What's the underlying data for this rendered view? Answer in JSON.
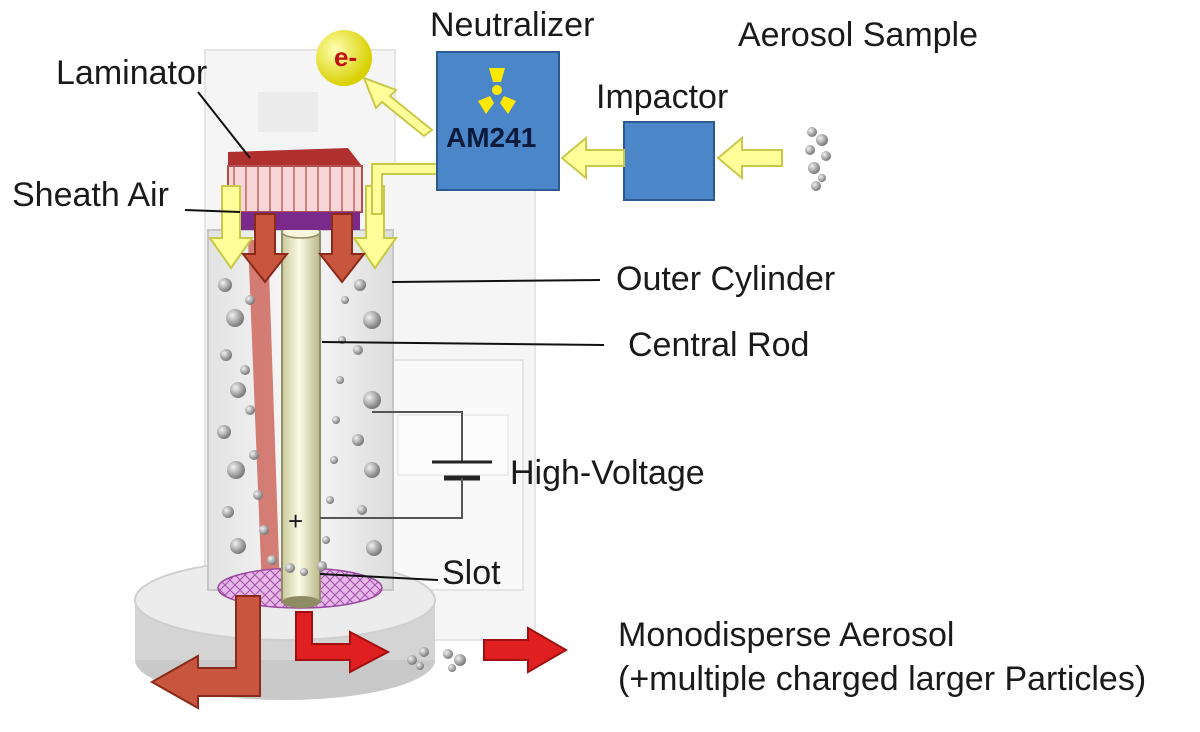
{
  "labels": {
    "neutralizer": "Neutralizer",
    "aerosol_sample": "Aerosol Sample",
    "laminator": "Laminator",
    "impactor": "Impactor",
    "am241": "AM241",
    "electron": "e-",
    "sheath_air": "Sheath Air",
    "outer_cylinder": "Outer Cylinder",
    "central_rod": "Central Rod",
    "high_voltage": "High-Voltage",
    "plus_sign": "+",
    "slot": "Slot",
    "monodisperse_line1": "Monodisperse Aerosol",
    "monodisperse_line2": "(+multiple charged larger Particles)"
  },
  "colors": {
    "neutralizer_box": "#4a86c8",
    "impactor_box": "#4a86c8",
    "flow_arrow": "#ffff99",
    "sheath_arrow": "#c8553d",
    "out_arrow": "#e02020",
    "laminator": "#f2c9c9",
    "laminator_top": "#b03030",
    "radiation_symbol": "#ffe800",
    "electron_ball": "#f4f000",
    "rod": "#ecebc0",
    "slot": "#d79ad8"
  }
}
